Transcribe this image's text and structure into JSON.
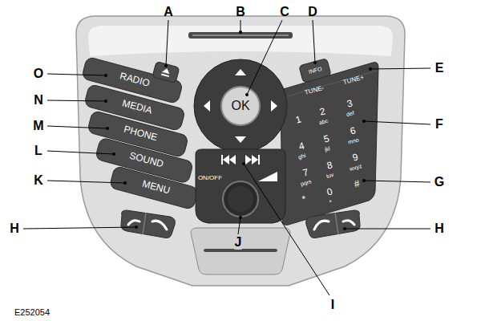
{
  "diagram": {
    "nodes": [
      {
        "text": [
          "RADIO"
        ]
      },
      {
        "text": [
          "MEDIA"
        ]
      },
      {
        "text": [
          "PHONE"
        ]
      },
      {
        "text": [
          "SOUND"
        ]
      },
      {
        "text": [
          "MENU"
        ]
      },
      {
        "text": [
          "INFO"
        ]
      },
      {
        "text": [
          "OK"
        ]
      }
    ],
    "labels": [
      "A",
      "B",
      "C",
      "D",
      "E",
      "O",
      "N",
      "M",
      "L",
      "K",
      "F",
      "G",
      "H",
      "H",
      "J",
      "I",
      "E252054",
      "TUNE-",
      "TUNE+",
      "ON/OFF",
      "1",
      "2",
      "abc",
      "3",
      "def",
      "4",
      "ghi",
      "5",
      "jkl",
      "6",
      "mno",
      "7",
      "pqrs",
      "8",
      "tuv",
      "9",
      "wxyz",
      "*",
      "0",
      "+",
      "#"
    ]
  }
}
